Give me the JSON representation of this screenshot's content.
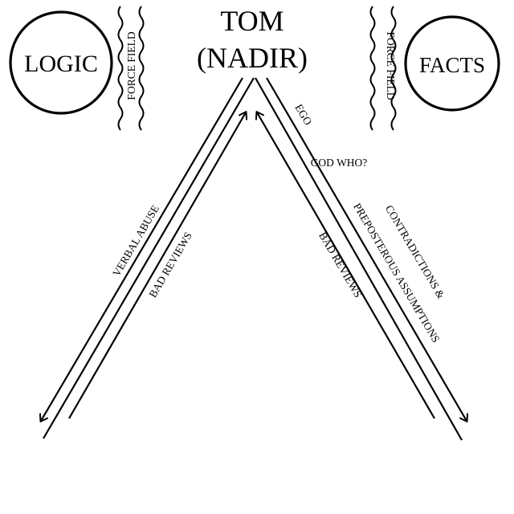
{
  "title": {
    "line1": "TOM",
    "line2": "(NADIR)"
  },
  "circles": {
    "left": "LOGIC",
    "right": "FACTS"
  },
  "force_field": {
    "left": "FORCE FIELD",
    "right": "FORCE FIELD"
  },
  "left_arrows": {
    "outer": "VERBAL ABUSE",
    "inner": "BAD REVIEWS"
  },
  "right_arrows": {
    "inner": "BAD REVIEWS",
    "outer_top": "EGO",
    "outer_mid": "GOD WHO?",
    "outer_bottom_line1": "CONTRADICTIONS &",
    "outer_bottom_line2": "PREPOSTEROUS ASSUMPTIONS"
  },
  "colors": {
    "ink": "#000000",
    "background": "#ffffff"
  }
}
